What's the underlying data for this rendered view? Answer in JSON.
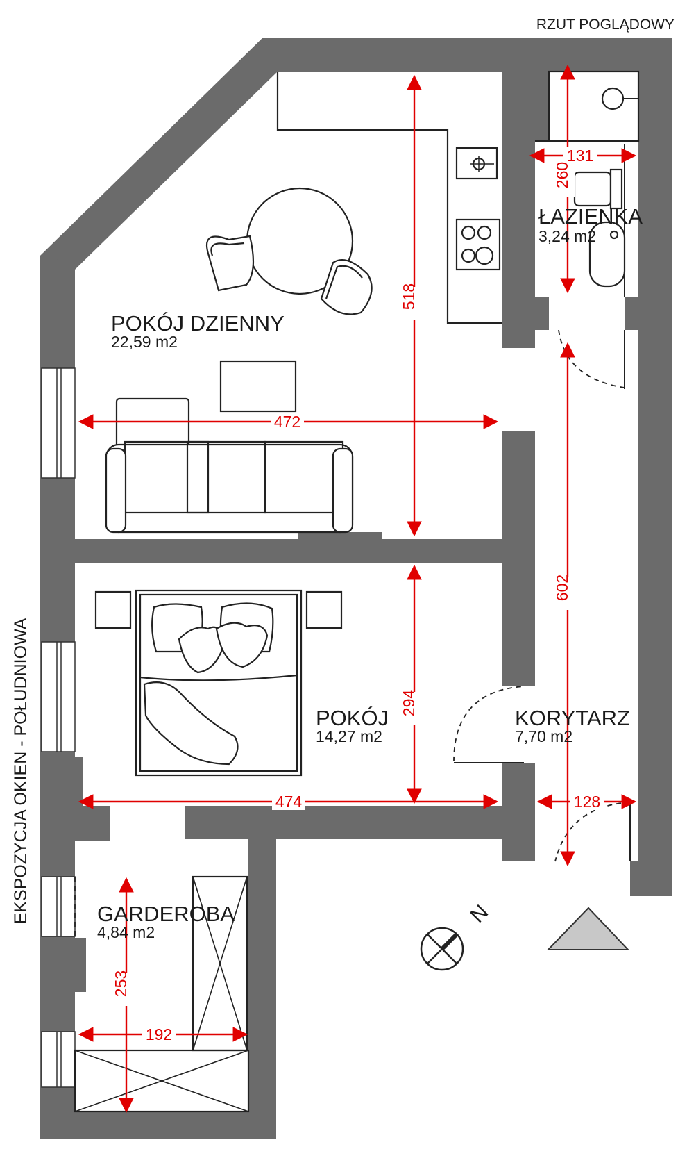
{
  "plan_title": "RZUT POGLĄDOWY",
  "exposure": "EKSPOZYCJA OKIEN - POŁUDNIOWA",
  "north_label": "N",
  "colors": {
    "wall": "#6b6b6b",
    "dimension": "#e00000",
    "furniture": "#222222"
  },
  "rooms": {
    "living": {
      "name": "POKÓJ DZIENNY",
      "area": "22,59 m2"
    },
    "bathroom": {
      "name": "ŁAZIENKA",
      "area": "3,24 m2"
    },
    "bedroom": {
      "name": "POKÓJ",
      "area": "14,27 m2"
    },
    "corridor": {
      "name": "KORYTARZ",
      "area": "7,70 m2"
    },
    "wardrobe": {
      "name": "GARDEROBA",
      "area": "4,84 m2"
    }
  },
  "dimensions": {
    "living_height": "518",
    "living_width": "472",
    "bath_width": "131",
    "bath_height": "260",
    "corridor_length": "602",
    "bedroom_height": "294",
    "bedroom_width": "474",
    "corridor_width": "128",
    "wardrobe_height": "253",
    "wardrobe_width": "192"
  }
}
